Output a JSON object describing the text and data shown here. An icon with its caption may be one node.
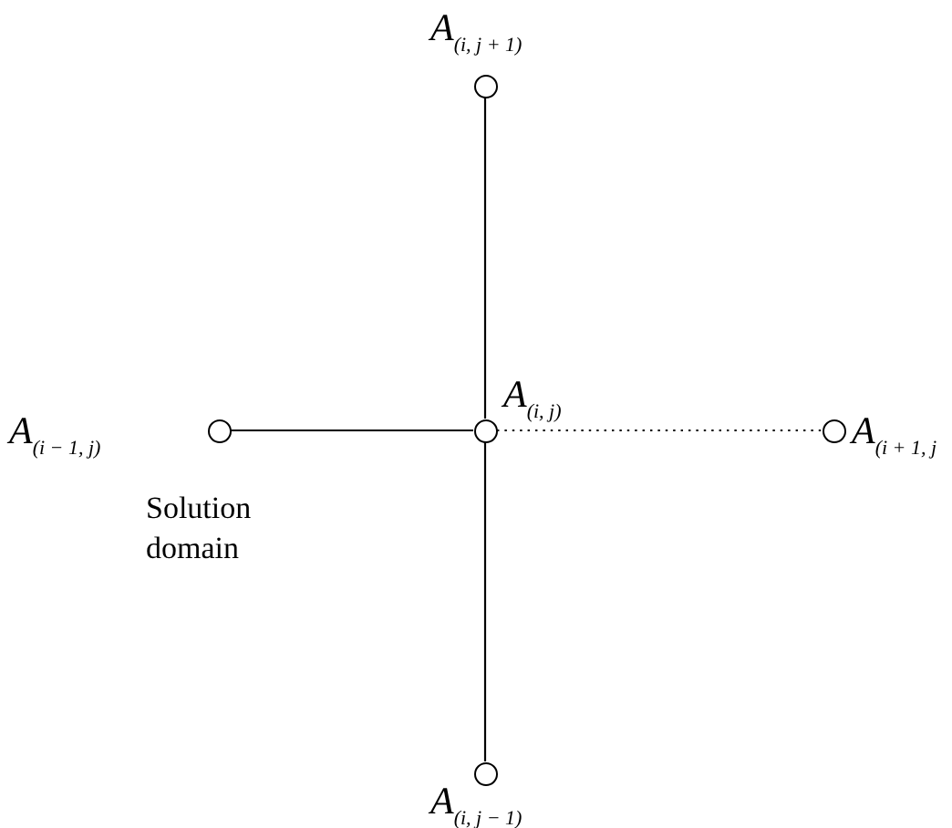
{
  "diagram": {
    "nodes": [
      {
        "text": [
          "*A*$_{(i, j + 1)}$"
        ]
      },
      {
        "text": [
          "*A*$_{(i − 1, j)}$"
        ]
      },
      {
        "text": [
          "*A*$_{(i, j)}$"
        ]
      },
      {
        "text": [
          "*A*$_{(i + 1, j}$"
        ]
      },
      {
        "text": [
          "*A*$_{(i, j − 1)}$"
        ]
      }
    ],
    "edges": [
      {
        "from": 2,
        "to": 0,
        "arrow": "none"
      },
      {
        "from": 2,
        "to": 1,
        "arrow": "none"
      },
      {
        "from": 2,
        "to": 3,
        "arrow": "none",
        "style": "dashed"
      },
      {
        "from": 2,
        "to": 4,
        "arrow": "none"
      }
    ],
    "labels": [
      "Solution domain"
    ]
  }
}
